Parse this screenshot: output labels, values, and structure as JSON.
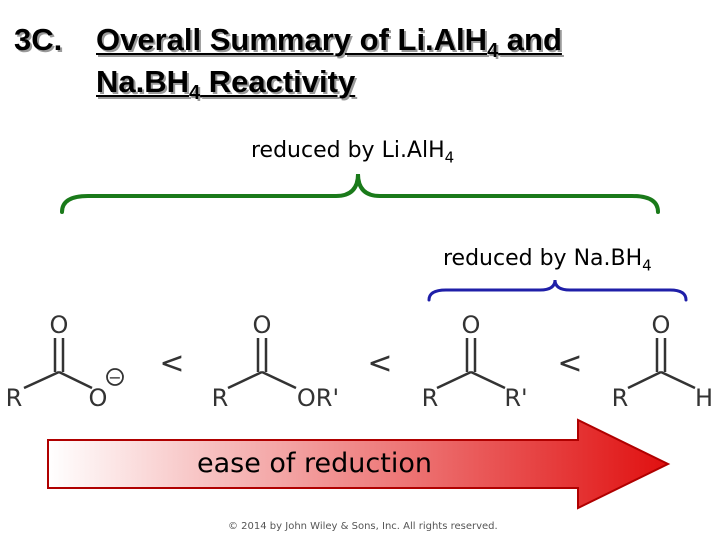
{
  "title": {
    "number": "3C.",
    "line1_main": "Overall Summary of Li.AlH",
    "line1_sub": "4",
    "line1_end": " and",
    "line2_main": "Na.BH",
    "line2_sub": "4",
    "line2_end": " Reactivity"
  },
  "braces": {
    "lialh4_main": "reduced by Li.AlH",
    "lialh4_sub": "4",
    "nabh4_main": "reduced by Na.BH",
    "nabh4_sub": "4",
    "lialh4_color": "#1a7a1a",
    "nabh4_color": "#1f1fa8"
  },
  "structures": [
    {
      "name": "carboxylate",
      "top": "O",
      "left": "R",
      "right": "O",
      "charge": "−"
    },
    {
      "name": "ester",
      "top": "O",
      "left": "R",
      "right": "OR'"
    },
    {
      "name": "ketone",
      "top": "O",
      "left": "R",
      "right": "R'"
    },
    {
      "name": "aldehyde",
      "top": "O",
      "left": "R",
      "right": "H"
    }
  ],
  "comparators": [
    "<",
    "<",
    "<"
  ],
  "arrow": {
    "label": "ease of reduction",
    "color_start": "#ffffff",
    "color_end": "#e01010",
    "outline": "#b00000"
  },
  "copyright": "© 2014 by John Wiley & Sons, Inc. All rights reserved."
}
